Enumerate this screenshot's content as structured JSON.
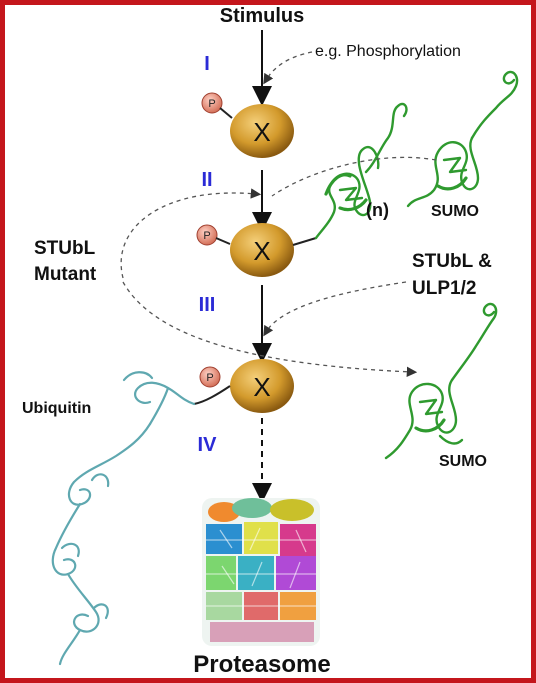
{
  "title": "Stimulus",
  "annotation_phosphorylation": "e.g. Phosphorylation",
  "steps": [
    "I",
    "II",
    "III",
    "IV"
  ],
  "protein_label": "X",
  "phospho_label": "P",
  "sumo_chain_label": "(n)",
  "sumo_label": "SUMO",
  "stubl_mutant_label": [
    "STUbL",
    "Mutant"
  ],
  "stubl_ulp_label": [
    "STUbL &",
    "ULP1/2"
  ],
  "ubiquitin_label": "Ubiquitin",
  "proteasome_label": "Proteasome",
  "colors": {
    "frame": "#c4161c",
    "protein": "#d39a2c",
    "phospho": "#e88a78",
    "sumo": "#2f9a2f",
    "ubiquitin": "#5fa8b0",
    "roman": "#2b2bd6"
  }
}
